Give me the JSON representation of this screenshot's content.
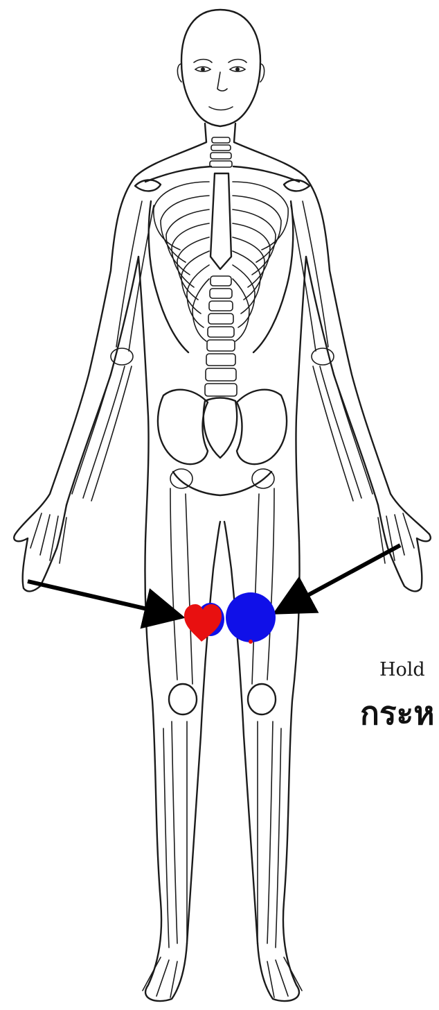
{
  "figure": {
    "caption_en": "Hold",
    "caption_th": "กระห",
    "marker_colors": {
      "heart": "#e81010",
      "circle": "#1010e8",
      "arrow": "#000000",
      "line": "#1b1b1b"
    },
    "markers": [
      {
        "name": "heart-marker",
        "icon": "heart-icon"
      },
      {
        "name": "circle-marker",
        "icon": "circle-icon"
      }
    ]
  }
}
